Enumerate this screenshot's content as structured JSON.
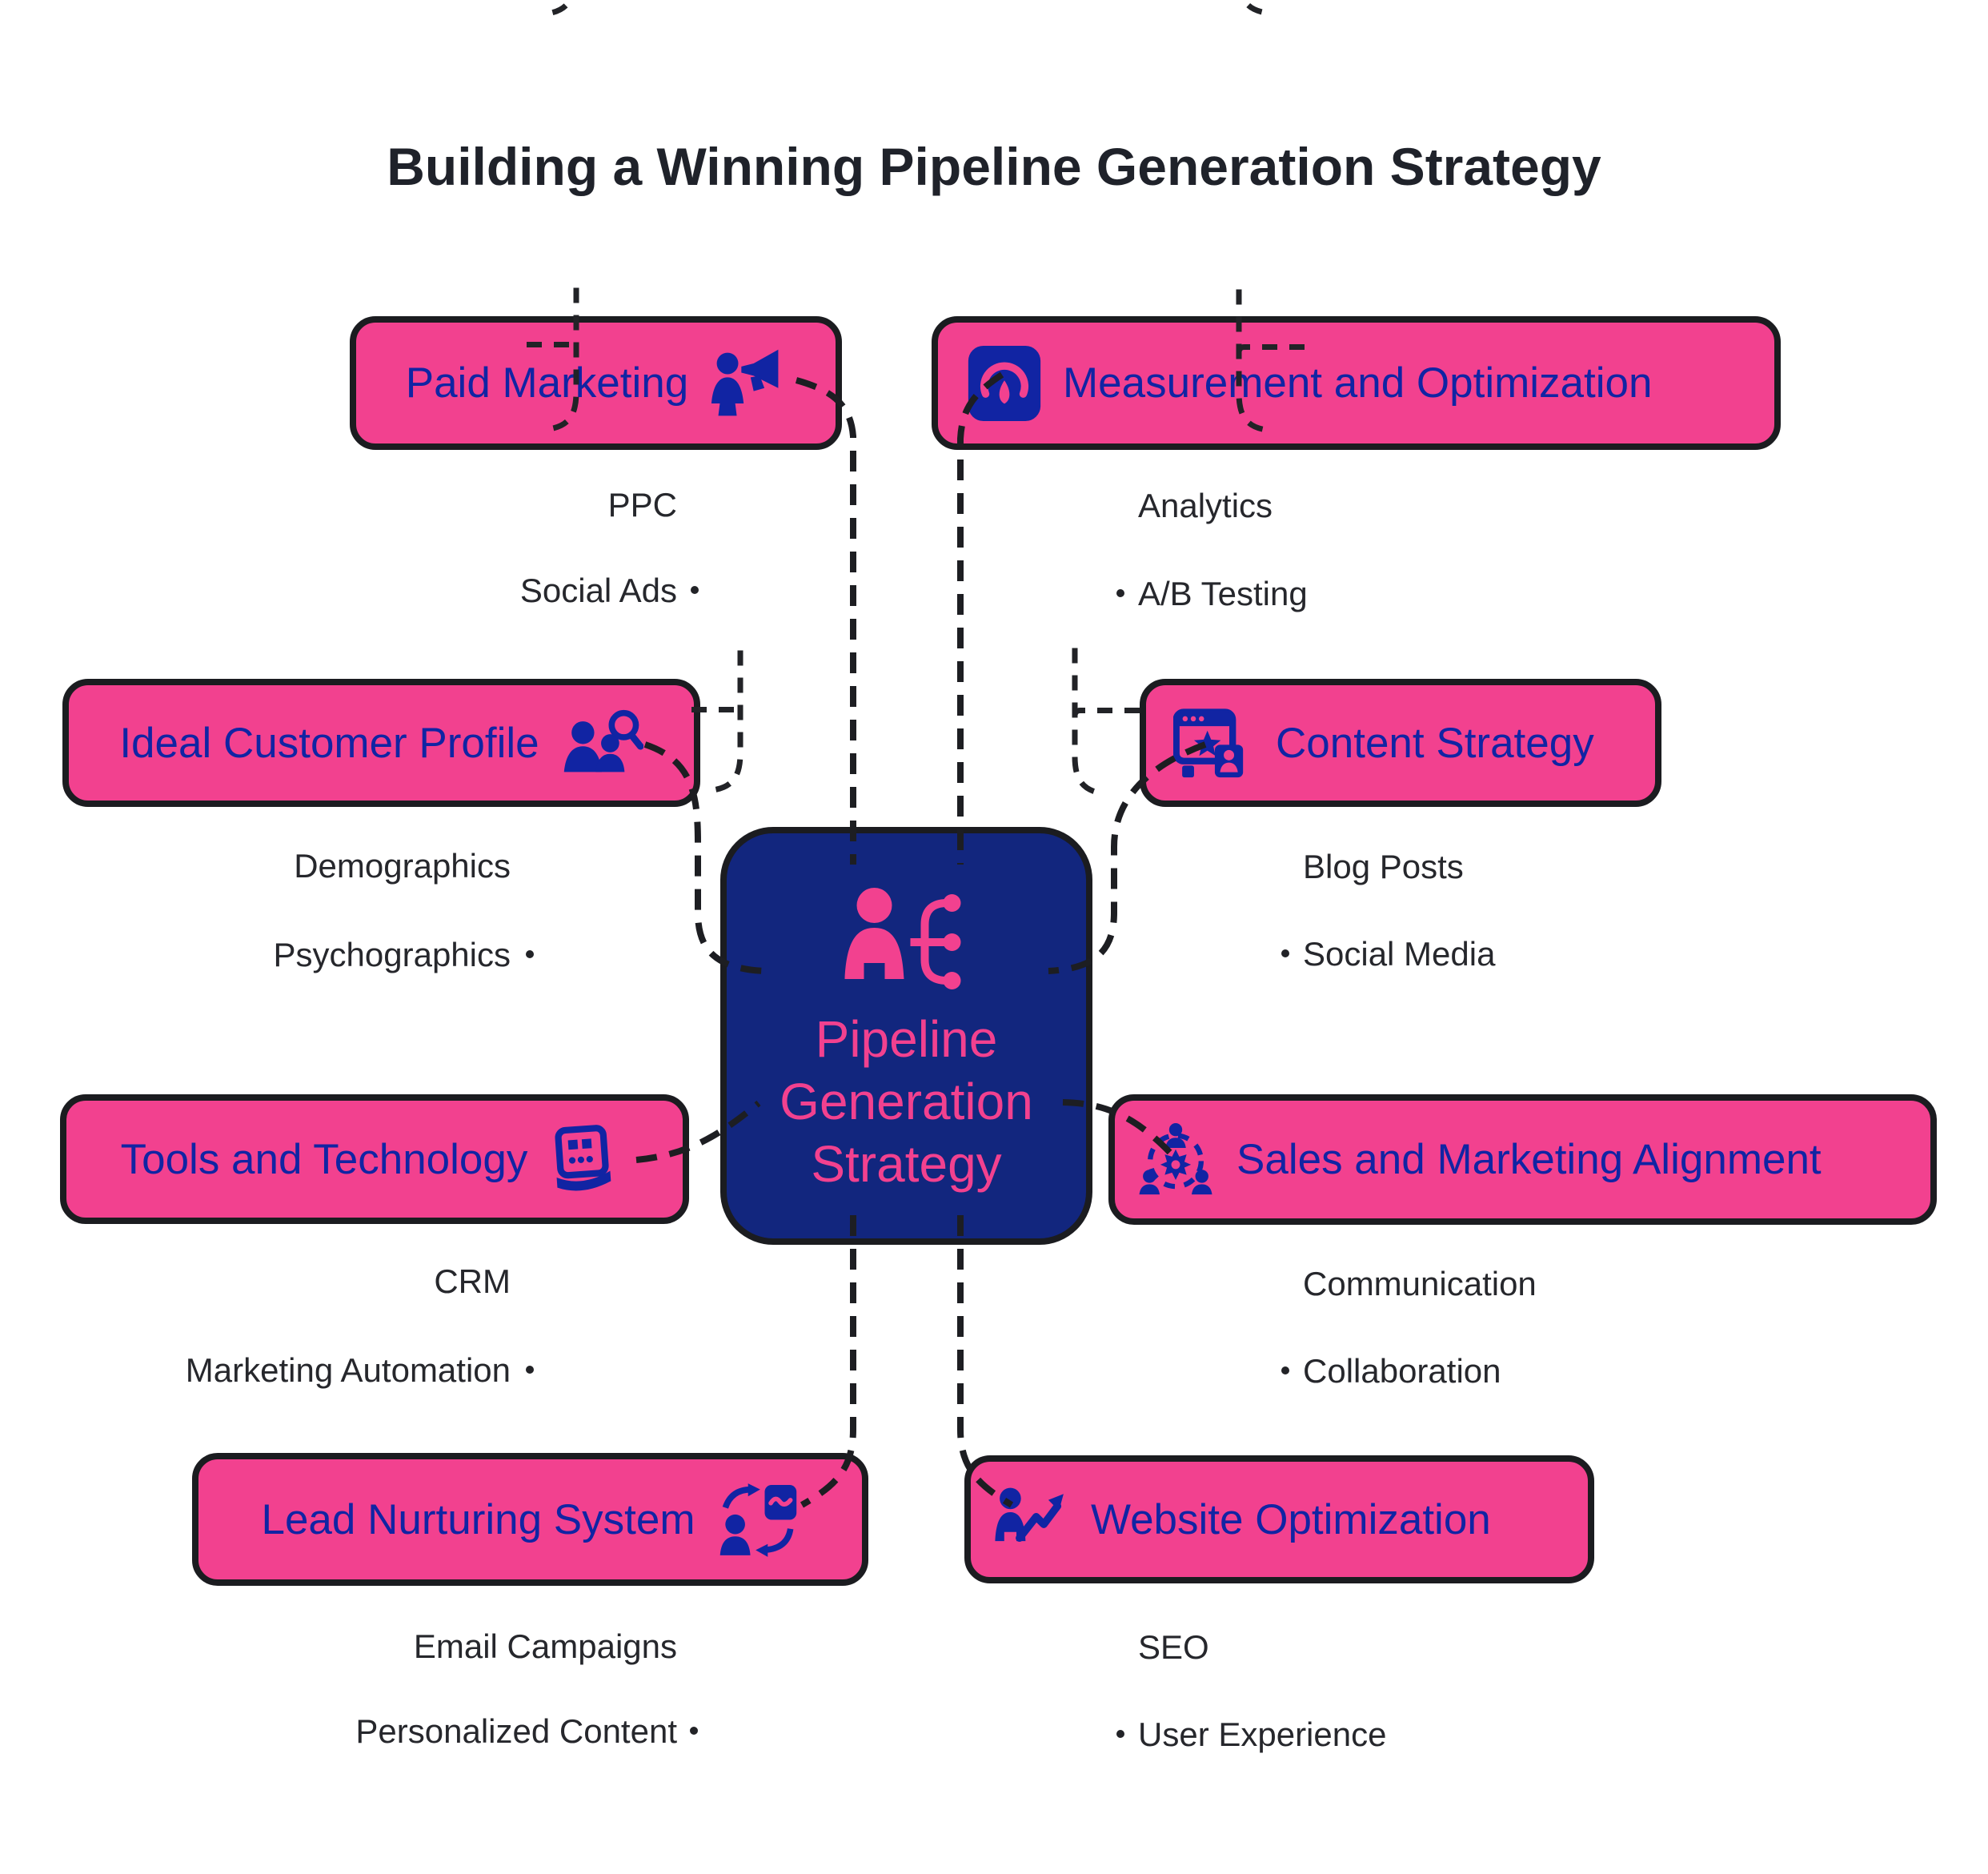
{
  "title": "Building a Winning Pipeline Generation Strategy",
  "center": {
    "label": "Pipeline Generation Strategy",
    "lines": [
      "Pipeline",
      "Generation",
      "Strategy"
    ]
  },
  "branches": [
    {
      "id": "paid-marketing",
      "label": "Paid Marketing",
      "icon": "person-megaphone-icon",
      "children": [
        "PPC",
        "Social Ads"
      ]
    },
    {
      "id": "measurement-optimization",
      "label": "Measurement and Optimization",
      "icon": "gauge-icon",
      "children": [
        "Analytics",
        "A/B Testing"
      ]
    },
    {
      "id": "ideal-customer-profile",
      "label": "Ideal Customer Profile",
      "icon": "people-search-icon",
      "children": [
        "Demographics",
        "Psychographics"
      ]
    },
    {
      "id": "content-strategy",
      "label": "Content Strategy",
      "icon": "content-window-icon",
      "children": [
        "Blog Posts",
        "Social Media"
      ]
    },
    {
      "id": "tools-technology",
      "label": "Tools and Technology",
      "icon": "flyer-icon",
      "children": [
        "CRM",
        "Marketing Automation"
      ]
    },
    {
      "id": "sales-marketing-alignment",
      "label": "Sales and Marketing Alignment",
      "icon": "team-gear-icon",
      "children": [
        "Communication",
        "Collaboration"
      ]
    },
    {
      "id": "lead-nurturing-system",
      "label": "Lead Nurturing System",
      "icon": "lead-cycle-icon",
      "children": [
        "Email Campaigns",
        "Personalized Content"
      ]
    },
    {
      "id": "website-optimization",
      "label": "Website Optimization",
      "icon": "growth-person-icon",
      "children": [
        "SEO",
        "User Experience"
      ]
    }
  ],
  "colors": {
    "pink": "#F2418F",
    "navy": "#12267E",
    "blue": "#1124A3",
    "line": "#1d1e22"
  }
}
